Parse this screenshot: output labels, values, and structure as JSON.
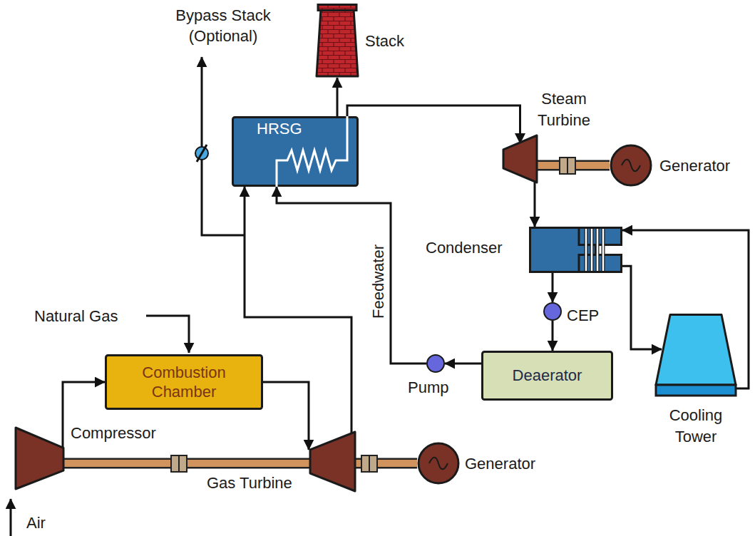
{
  "diagram": {
    "nodes": [
      {
        "text": [
          "Stack"
        ]
      },
      {
        "text": [
          "HRSG"
        ]
      },
      {
        "text": [
          "Steam Turbine"
        ]
      },
      {
        "text": [
          "Generator"
        ]
      },
      {
        "text": [
          "Condenser"
        ]
      },
      {
        "text": [
          "CEP"
        ]
      },
      {
        "text": [
          "Cooling Tower"
        ]
      },
      {
        "text": [
          "Combustion Chamber"
        ]
      },
      {
        "text": [
          "Deaerator"
        ]
      },
      {
        "text": [
          "Pump"
        ]
      },
      {
        "text": [
          "Compressor"
        ]
      },
      {
        "text": [
          "Gas Turbine"
        ]
      },
      {
        "text": [
          "Generator"
        ]
      }
    ],
    "edges": [
      {
        "from": 10,
        "to": 7,
        "arrow": "to"
      },
      {
        "from": 7,
        "to": 11,
        "arrow": "to"
      },
      {
        "from": 11,
        "to": 1,
        "arrow": "to"
      },
      {
        "from": 1,
        "to": 0,
        "arrow": "to"
      },
      {
        "from": 1,
        "to": 2,
        "arrow": "to"
      },
      {
        "from": 2,
        "to": 4,
        "arrow": "to"
      },
      {
        "from": 4,
        "to": 5,
        "arrow": "to"
      },
      {
        "from": 5,
        "to": 8,
        "arrow": "to"
      },
      {
        "from": 8,
        "to": 9,
        "arrow": "to"
      },
      {
        "from": 9,
        "to": 1,
        "label": "Feedwater",
        "arrow": "to"
      },
      {
        "from": 4,
        "to": 6,
        "arrow": "to"
      },
      {
        "from": 6,
        "to": 4,
        "arrow": "to"
      },
      {
        "from": 10,
        "to": 11,
        "arrow": "none"
      },
      {
        "from": 11,
        "to": 12,
        "arrow": "none"
      },
      {
        "from": 2,
        "to": 3,
        "arrow": "none"
      }
    ],
    "labels": [
      "Bypass Stack (Optional)",
      "Natural Gas",
      "Air"
    ]
  }
}
